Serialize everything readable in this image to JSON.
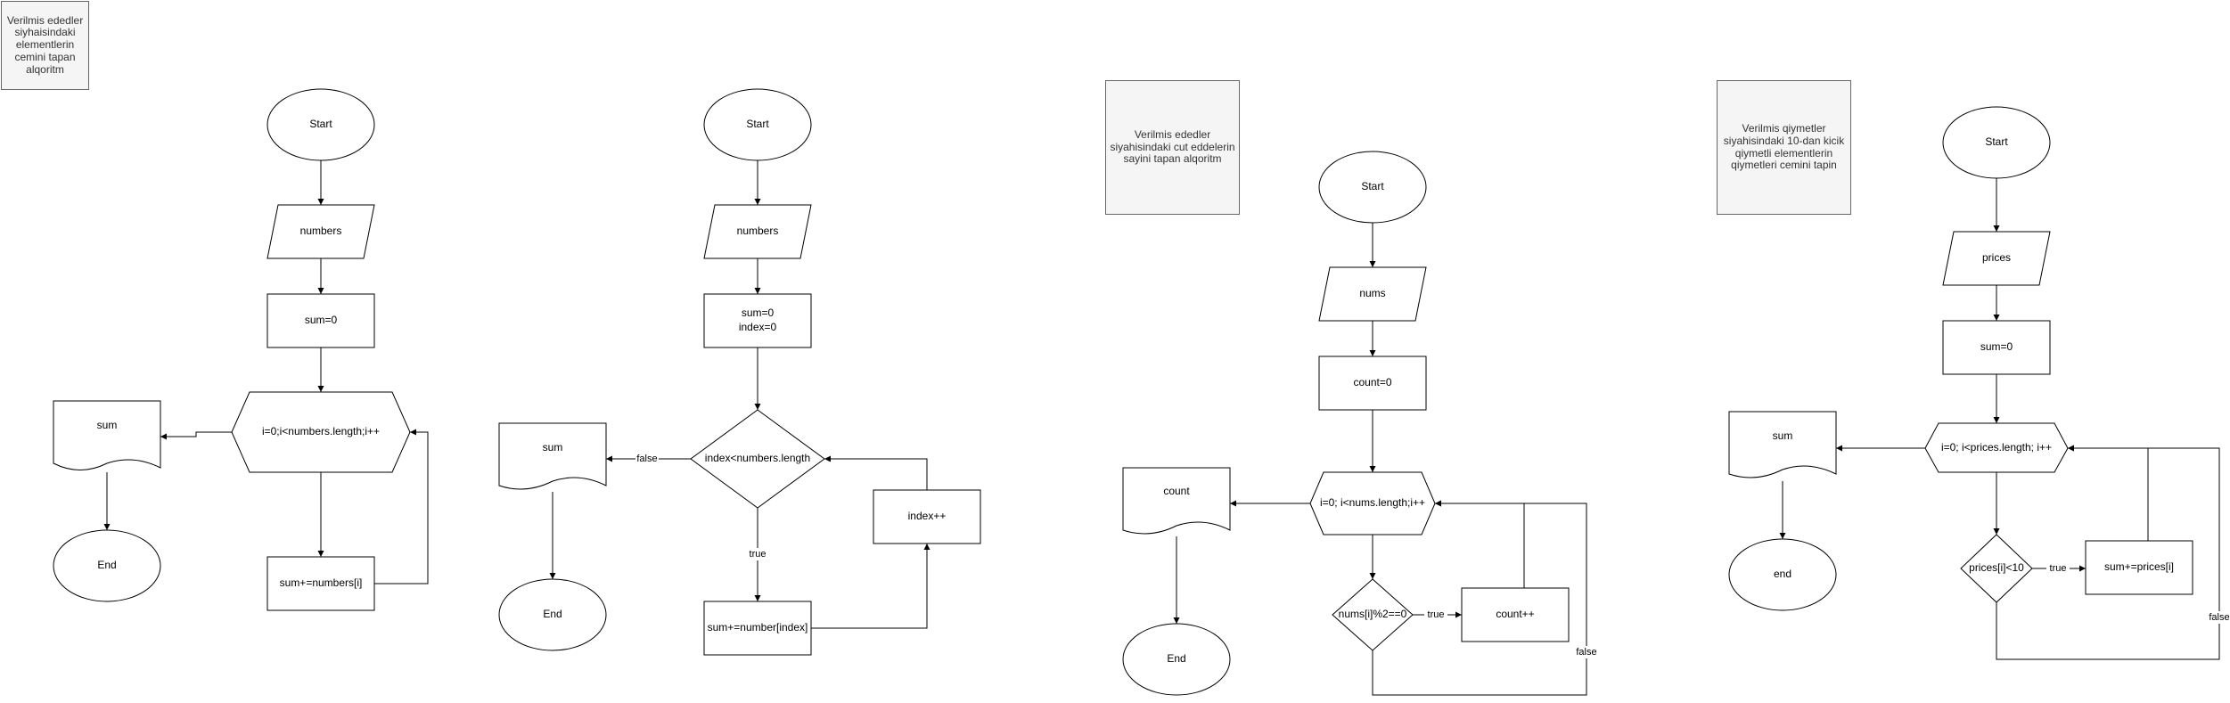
{
  "notes": {
    "sum_all": "Verilmis ededler siyhaisindaki elementlerin cemini tapan alqoritm",
    "even_count": "Verilmis ededler siyahisindaki cut eddelerin sayini tapan alqoritm",
    "price_sum": "Verilmis qiymetler siyahisindaki 10-dan kicik qiymetli elementlerin qiymetleri cemini tapin"
  },
  "flow1": {
    "start": "Start",
    "input": "numbers",
    "init": "sum=0",
    "loop": "i=0;i<numbers.length;i++",
    "body": "sum+=numbers[i]",
    "output": "sum",
    "end": "End"
  },
  "flow2": {
    "start": "Start",
    "input": "numbers",
    "init_line1": "sum=0",
    "init_line2": "index=0",
    "condition": "index<numbers.length",
    "label_false": "false",
    "label_true": "true",
    "body": "sum+=number[index]",
    "increment": "index++",
    "output": "sum",
    "end": "End"
  },
  "flow3": {
    "start": "Start",
    "input": "nums",
    "init": "count=0",
    "loop": "i=0; i<nums.length;i++",
    "condition": "nums[i]%2==0",
    "label_true": "true",
    "label_false": "false",
    "body": "count++",
    "output": "count",
    "end": "End"
  },
  "flow4": {
    "start": "Start",
    "input": "prices",
    "init": "sum=0",
    "loop": "i=0; i<prices.length; i++",
    "condition": "prices[i]<10",
    "label_true": "true",
    "label_false": "false",
    "body": "sum+=prices[i]",
    "output": "sum",
    "end": "end"
  },
  "colors": {
    "stroke": "#000000",
    "fill": "#ffffff",
    "note_fill": "#f5f5f5",
    "note_border": "#666666"
  }
}
